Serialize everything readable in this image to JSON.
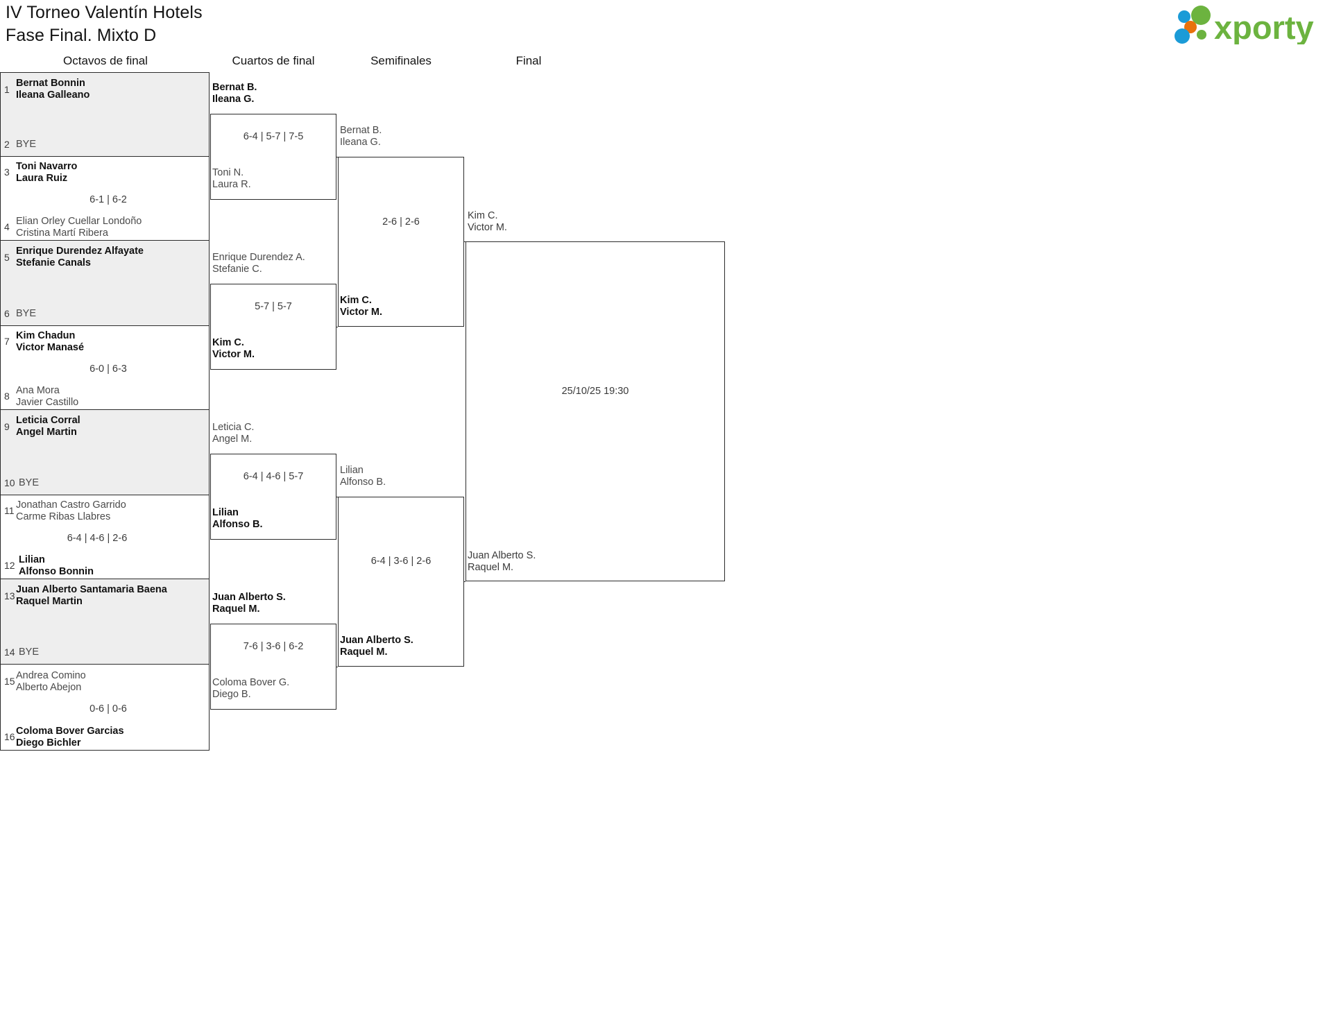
{
  "header": {
    "title_line1": "IV Torneo Valentín Hotels",
    "title_line2": "Fase Final. Mixto D",
    "logo_text": "xporty",
    "logo_colors": {
      "green": "#6CB33F",
      "blue": "#1B9BD7",
      "orange": "#E8720C"
    }
  },
  "rounds": [
    {
      "label": "Octavos de final"
    },
    {
      "label": "Cuartos de final"
    },
    {
      "label": "Semifinales"
    },
    {
      "label": "Final"
    }
  ],
  "bye_label": "BYE",
  "r1": {
    "entries": [
      {
        "seed": "1",
        "p1": "Bernat Bonnin",
        "p2": "Ileana Galleano",
        "state": "win"
      },
      {
        "seed": "2",
        "p1": "BYE",
        "p2": "",
        "state": "bye"
      },
      {
        "seed": "3",
        "p1": "Toni Navarro",
        "p2": "Laura Ruiz",
        "state": "win"
      },
      {
        "seed": "4",
        "p1": "Elian Orley Cuellar Londoño",
        "p2": "Cristina Martí Ribera",
        "state": "lose"
      },
      {
        "seed": "5",
        "p1": "Enrique Durendez Alfayate",
        "p2": "Stefanie Canals",
        "state": "win"
      },
      {
        "seed": "6",
        "p1": "BYE",
        "p2": "",
        "state": "bye"
      },
      {
        "seed": "7",
        "p1": "Kim Chadun",
        "p2": "Victor Manasé",
        "state": "win"
      },
      {
        "seed": "8",
        "p1": "Ana Mora",
        "p2": "Javier Castillo",
        "state": "lose"
      },
      {
        "seed": "9",
        "p1": "Leticia Corral",
        "p2": "Angel Martin",
        "state": "win"
      },
      {
        "seed": "10",
        "p1": "BYE",
        "p2": "",
        "state": "bye"
      },
      {
        "seed": "11",
        "p1": "Jonathan Castro Garrido",
        "p2": "Carme Ribas Llabres",
        "state": "lose"
      },
      {
        "seed": "12",
        "p1": "Lilian",
        "p2": "Alfonso Bonnin",
        "state": "win"
      },
      {
        "seed": "13",
        "p1": "Juan Alberto Santamaria Baena",
        "p2": "Raquel Martin",
        "state": "win"
      },
      {
        "seed": "14",
        "p1": "BYE",
        "p2": "",
        "state": "bye"
      },
      {
        "seed": "15",
        "p1": "Andrea Comino",
        "p2": "Alberto Abejon",
        "state": "lose"
      },
      {
        "seed": "16",
        "p1": "Coloma Bover Garcias",
        "p2": "Diego Bichler",
        "state": "win"
      }
    ],
    "scores": [
      "",
      "6-1 | 6-2",
      "",
      "6-0 | 6-3",
      "",
      "6-4 | 4-6 | 2-6",
      "",
      "0-6 | 0-6"
    ]
  },
  "r2": {
    "matches": [
      {
        "top_p1": "Bernat B.",
        "top_p2": "Ileana G.",
        "top_state": "win",
        "bot_p1": "Toni N.",
        "bot_p2": "Laura R.",
        "bot_state": "lose",
        "score": "6-4 | 5-7 | 7-5"
      },
      {
        "top_p1": "Enrique Durendez A.",
        "top_p2": "Stefanie C.",
        "top_state": "lose",
        "bot_p1": "Kim C.",
        "bot_p2": "Victor M.",
        "bot_state": "win",
        "score": "5-7 | 5-7"
      },
      {
        "top_p1": "Leticia C.",
        "top_p2": "Angel M.",
        "top_state": "lose",
        "bot_p1": "Lilian",
        "bot_p2": "Alfonso B.",
        "bot_state": "win",
        "score": "6-4 | 4-6 | 5-7"
      },
      {
        "top_p1": "Juan Alberto S.",
        "top_p2": "Raquel M.",
        "top_state": "win",
        "bot_p1": "Coloma Bover G.",
        "bot_p2": "Diego B.",
        "bot_state": "lose",
        "score": "7-6 | 3-6 | 6-2"
      }
    ]
  },
  "r3": {
    "matches": [
      {
        "top_p1": "Bernat B.",
        "top_p2": "Ileana G.",
        "top_state": "lose",
        "bot_p1": "Kim C.",
        "bot_p2": "Victor M.",
        "bot_state": "win",
        "score": "2-6 | 2-6"
      },
      {
        "top_p1": "Lilian",
        "top_p2": "Alfonso B.",
        "top_state": "lose",
        "bot_p1": "Juan Alberto S.",
        "bot_p2": "Raquel M.",
        "bot_state": "win",
        "score": "6-4 | 3-6 | 2-6"
      }
    ]
  },
  "r4": {
    "top_p1": "Kim C.",
    "top_p2": "Victor M.",
    "top_state": "plain",
    "bot_p1": "Juan Alberto S.",
    "bot_p2": "Raquel M.",
    "bot_state": "plain",
    "datetime": "25/10/25 19:30"
  }
}
